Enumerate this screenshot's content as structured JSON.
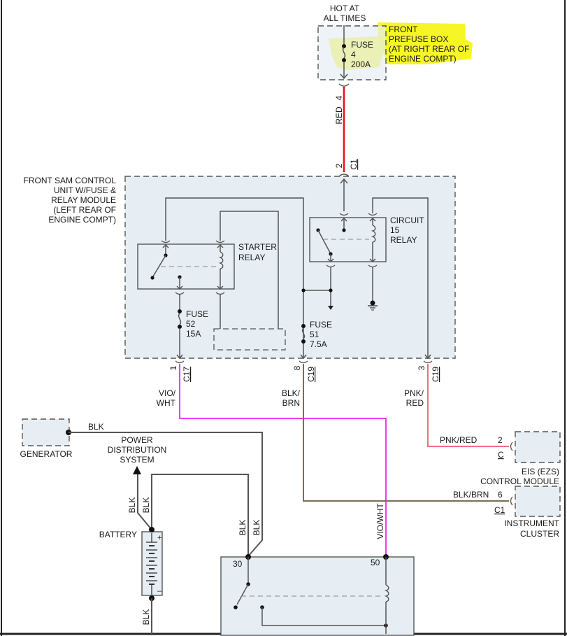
{
  "colors": {
    "wire_red": "#e8141c",
    "wire_vio_wht": "#ee22ee",
    "wire_blk_brn": "#7a6e58",
    "wire_pnk_red": "#f07080",
    "wire_blk": "#555555",
    "component_fill": "#e6eef4",
    "highlight": "#f5f500"
  },
  "hot_label": [
    "HOT AT",
    "ALL TIMES"
  ],
  "prefuse_box": {
    "label": [
      "FRONT",
      "PREFUSE BOX",
      "(AT RIGHT REAR OF",
      "ENGINE COMPT)"
    ],
    "fuse": [
      "FUSE",
      "4",
      "200A"
    ],
    "pin": "4",
    "wire_color": "RED"
  },
  "sam_unit": {
    "label": [
      "FRONT SAM CONTROL",
      "UNIT W/FUSE &",
      "RELAY MODULE",
      "(LEFT REAR OF",
      "ENGINE COMPT)"
    ],
    "input_pin": "2",
    "input_connector": "C1",
    "starter_relay": [
      "STARTER",
      "RELAY"
    ],
    "circuit15_relay": [
      "CIRCUIT",
      "15",
      "RELAY"
    ],
    "fuse52": [
      "FUSE",
      "52",
      "15A"
    ],
    "fuse51": [
      "FUSE",
      "51",
      "7.5A"
    ],
    "outputs": [
      {
        "pin": "1",
        "connector": "C17",
        "wire": [
          "VIO/",
          "WHT"
        ]
      },
      {
        "pin": "8",
        "connector": "C19",
        "wire": [
          "BLK/",
          "BRN"
        ]
      },
      {
        "pin": "3",
        "connector": "C19",
        "wire": [
          "PNK/",
          "RED"
        ]
      }
    ]
  },
  "eis_module": {
    "label": [
      "EIS (EZS)",
      "CONTROL MODULE"
    ],
    "wire": "PNK/RED",
    "pin": "2",
    "connector": "C"
  },
  "instrument_cluster": {
    "label": [
      "INSTRUMENT",
      "CLUSTER"
    ],
    "wire": "BLK/BRN",
    "pin": "6",
    "connector": "C1"
  },
  "generator": {
    "label": "GENERATOR",
    "wire": "BLK"
  },
  "power_distribution": {
    "label": [
      "POWER",
      "DISTRIBUTION",
      "SYSTEM"
    ]
  },
  "battery": {
    "label": "BATTERY",
    "plus": "+",
    "minus": "–"
  },
  "wire_labels": {
    "blk": "BLK",
    "vio_wht": "VIO/WHT"
  },
  "starter_motor": {
    "pin_30": "30",
    "pin_50": "50"
  }
}
